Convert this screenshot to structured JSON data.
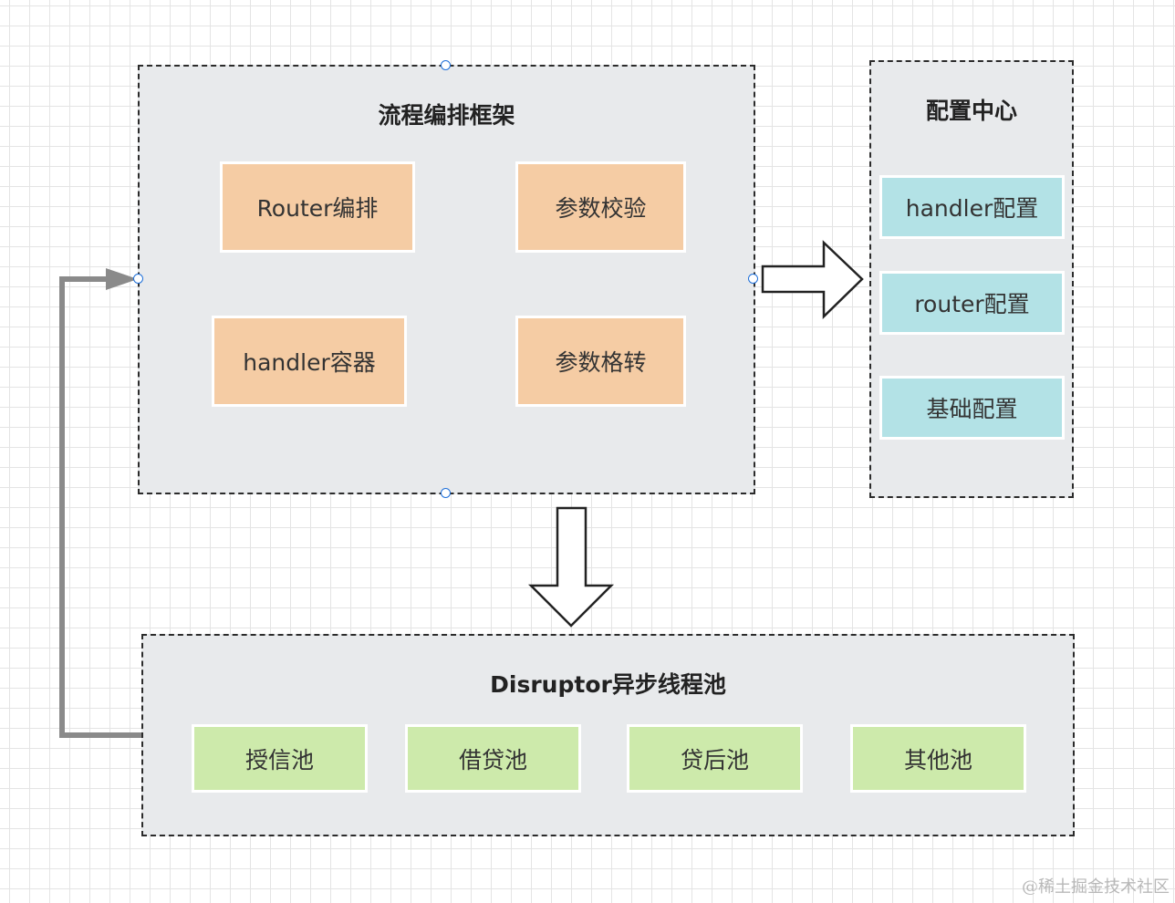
{
  "orchestration": {
    "title": "流程编排框架",
    "items": [
      "Router编排",
      "参数校验",
      "handler容器",
      "参数格转"
    ]
  },
  "config_center": {
    "title": "配置中心",
    "items": [
      "handler配置",
      "router配置",
      "基础配置"
    ]
  },
  "disruptor": {
    "title": "Disruptor异步线程池",
    "items": [
      "授信池",
      "借贷池",
      "贷后池",
      "其他池"
    ]
  },
  "watermark": "@稀土掘金技术社区",
  "colors": {
    "group_bg": "#e8eaec",
    "orange_box": "#f5cca4",
    "cyan_box": "#b3e2e6",
    "green_box": "#cdeaab",
    "connector": "#8a8a8a",
    "handle": "#1e6fd9"
  }
}
